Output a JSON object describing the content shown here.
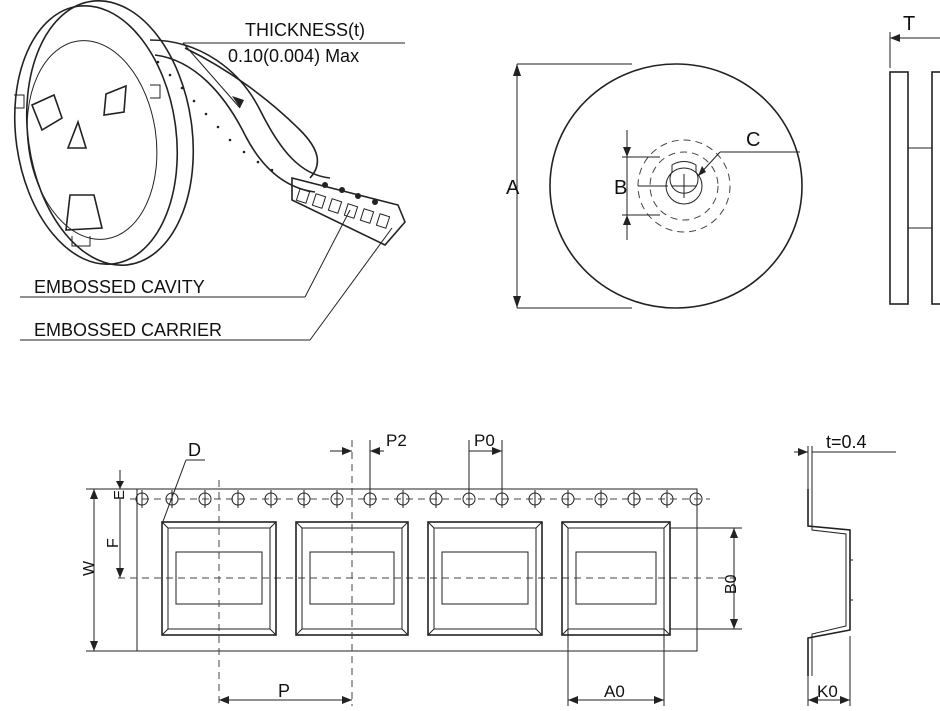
{
  "labels": {
    "thickness_title": "THICKNESS(t)",
    "thickness_value": "0.10(0.004) Max",
    "embossed_cavity": "EMBOSSED CAVITY",
    "embossed_carrier": "EMBOSSED CARRIER",
    "dim_a": "A",
    "dim_b": "B",
    "dim_c": "C",
    "dim_t": "T",
    "dim_d": "D",
    "dim_e": "E",
    "dim_f": "F",
    "dim_w": "W",
    "dim_p": "P",
    "dim_p2": "P2",
    "dim_p0": "P0",
    "dim_a0": "A0",
    "dim_b0": "B0",
    "dim_k0": "K0",
    "tape_thickness": "t=0.4"
  }
}
